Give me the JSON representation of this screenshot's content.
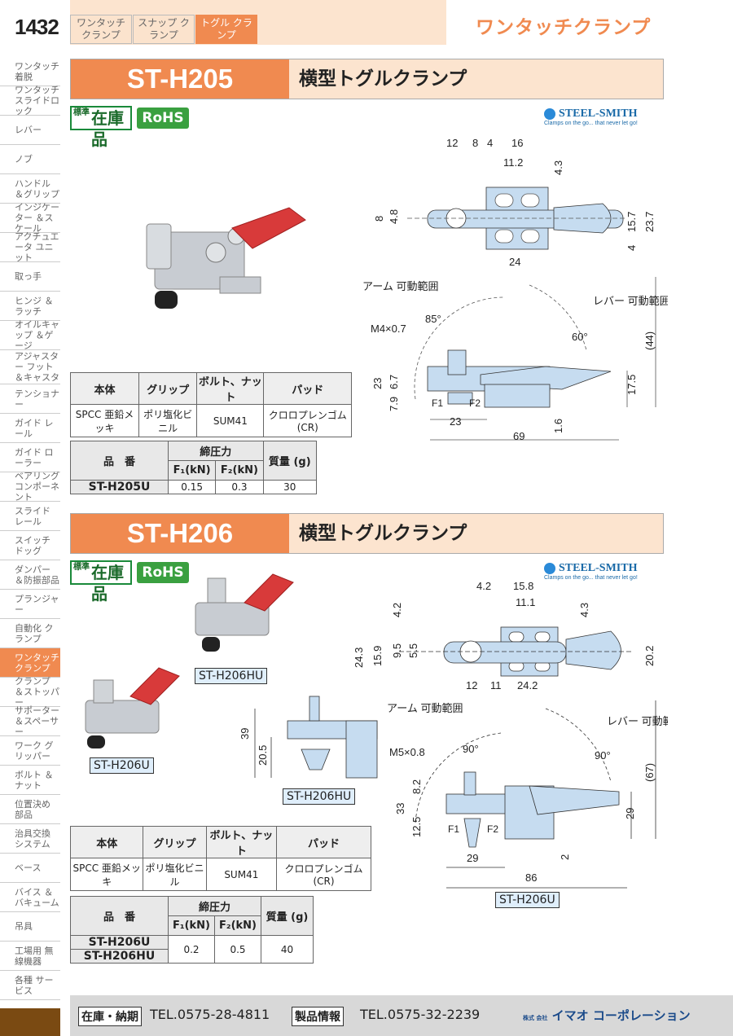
{
  "page_number": "1432",
  "tabs": [
    {
      "label": "ワンタッチ クランプ"
    },
    {
      "label": "スナップ クランプ"
    },
    {
      "label": "トグル クランプ"
    }
  ],
  "page_title": "ワンタッチクランプ",
  "sidebar": [
    "ワンタッチ 着脱",
    "ワンタッチ スライドロック",
    "レバー",
    "ノブ",
    "ハンドル ＆グリップ",
    "インジケーター ＆スケール",
    "アクチュエータ ユニット",
    "取っ手",
    "ヒンジ ＆ラッチ",
    "オイルキャップ ＆ゲージ",
    "アジャスター フット ＆キャスタ",
    "テンショナー",
    "ガイド レール",
    "ガイド ローラー",
    "ベアリング コンポーネント",
    "スライド レール",
    "スイッチ ドッグ",
    "ダンパー ＆防振部品",
    "プランジャー",
    "自動化 クランプ",
    "ワンタッチ クランプ",
    "クランプ ＆ストッパー",
    "サポーター ＆スペーサー",
    "ワーク グリッパー",
    "ボルト ＆ナット",
    "位置決め 部品",
    "治具交換 システム",
    "ベース",
    "バイス ＆バキューム",
    "吊具",
    "工場用 無線機器",
    "各種 サービス"
  ],
  "stock_label": "在庫品",
  "stock_small": "標準",
  "rohs": "RoHS",
  "brand": "STEEL-SMITH",
  "brand_sub": "Clamps on the go... that never let go!",
  "products": [
    {
      "code": "ST-H205",
      "desc": "横型トグルクランプ",
      "materials": {
        "headers": [
          "本体",
          "グリップ",
          "ボルト、ナット",
          "パッド"
        ],
        "values": [
          "SPCC 亜鉛メッキ",
          "ポリ塩化ビニル",
          "SUM41",
          "クロロプレンゴム (CR)"
        ]
      },
      "spec": {
        "h_part": "品　番",
        "h_force": "締圧力",
        "h_f1": "F₁(kN)",
        "h_f2": "F₂(kN)",
        "h_mass": "質量 (g)",
        "rows": [
          {
            "part": "ST-H205U",
            "f1": "0.15",
            "f2": "0.3",
            "mass": "30"
          }
        ]
      },
      "dims_top": [
        "12",
        "8",
        "4",
        "16",
        "11.2",
        "4.3",
        "8",
        "4.8",
        "15.7",
        "23.7",
        "4",
        "24"
      ],
      "dims_side": [
        "アーム 可動範囲",
        "85°",
        "M4×0.7",
        "レバー 可動範囲",
        "60°",
        "(44)",
        "23",
        "6.7",
        "7.9",
        "17.5",
        "F1",
        "F2",
        "23",
        "1.6",
        "69"
      ]
    },
    {
      "code": "ST-H206",
      "desc": "横型トグルクランプ",
      "variants": [
        "ST-H206HU",
        "ST-H206U",
        "ST-H206HU",
        "ST-H206U"
      ],
      "materials": {
        "headers": [
          "本体",
          "グリップ",
          "ボルト、ナット",
          "パッド"
        ],
        "values": [
          "SPCC 亜鉛メッキ",
          "ポリ塩化ビニル",
          "SUM41",
          "クロロプレンゴム (CR)"
        ]
      },
      "spec": {
        "h_part": "品　番",
        "h_force": "締圧力",
        "h_f1": "F₁(kN)",
        "h_f2": "F₂(kN)",
        "h_mass": "質量 (g)",
        "rows": [
          {
            "part": "ST-H206U",
            "f1": "0.2",
            "f2": "0.5",
            "mass": "40"
          },
          {
            "part": "ST-H206HU"
          }
        ]
      },
      "dims_top": [
        "4.2",
        "15.8",
        "11.1",
        "4.2",
        "4.3",
        "24.3",
        "15.9",
        "9.5",
        "5.5",
        "20.2",
        "12",
        "11",
        "24.2"
      ],
      "dims_side": [
        "アーム 可動範囲",
        "90°",
        "M5×0.8",
        "レバー 可動範囲",
        "90°",
        "(67)",
        "8.2",
        "33",
        "12.5",
        "F1",
        "F2",
        "29",
        "29",
        "2",
        "86"
      ],
      "dims_hu": [
        "39",
        "20.5"
      ]
    }
  ],
  "footer": {
    "box1": "在庫・納期",
    "tel1": "TEL.0575-28-4811",
    "box2": "製品情報",
    "tel2": "TEL.0575-32-2239",
    "corp_small": "株式 会社",
    "corp": "イマオ コーポレーション"
  }
}
